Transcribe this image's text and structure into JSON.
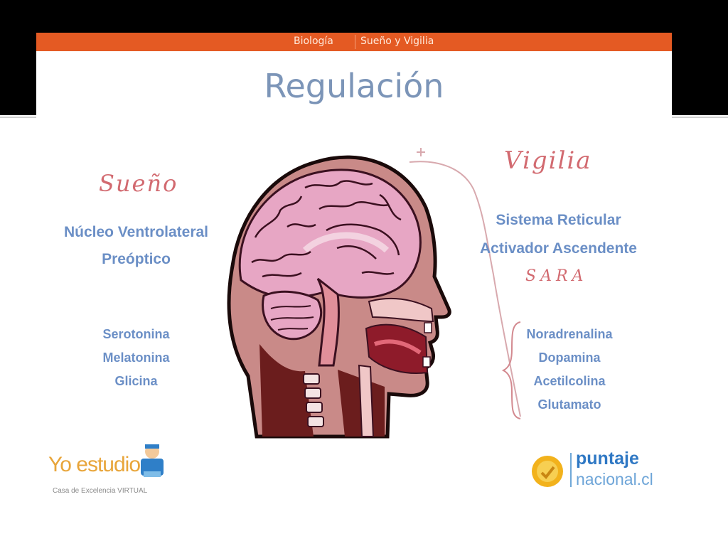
{
  "header": {
    "tab_biologia": "Biología",
    "tab_sueno_vigilia": "Sueño y Vigilia"
  },
  "title": "Regulación",
  "left": {
    "handwritten_label": "Sueño",
    "region_line1": "Núcleo Ventrolateral",
    "region_line2": "Preóptico",
    "neurotransmitters": [
      "Serotonina",
      "Melatonina",
      "Glicina"
    ]
  },
  "right": {
    "handwritten_label": "Vigilia",
    "region_line1": "Sistema Reticular",
    "region_line2": "Activador Ascendente",
    "handwritten_acronym": "SARA",
    "neurotransmitters": [
      "Noradrenalina",
      "Dopamina",
      "Acetilcolina",
      "Glutamato"
    ]
  },
  "logos": {
    "yo_estudio": "Yo estudio",
    "yo_estudio_tagline": "Casa de Excelencia VIRTUAL",
    "puntaje_line1": "puntaje",
    "puntaje_line2": "nacional.cl"
  },
  "colors": {
    "header_bar": "#e45a23",
    "title_text": "#7c95b8",
    "body_text": "#6b8fc6",
    "handwriting": "#d26a70"
  }
}
